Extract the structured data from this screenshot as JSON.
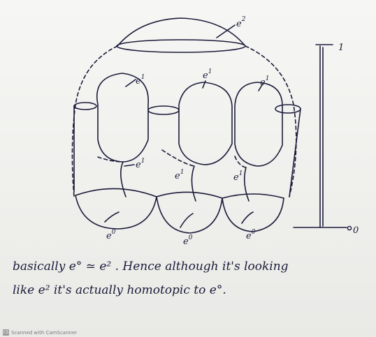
{
  "labels": {
    "top_cell": "e",
    "top_cell_sup": "2",
    "one_cell_sup": "1",
    "zero_cell_sup": "0",
    "one_cell": "e",
    "zero_cell": "e"
  },
  "interval": {
    "top_label": "1",
    "bottom_label": "0"
  },
  "note": {
    "line1": "basically  e° ≃ e² . Hence although it's looking",
    "line2": "like  e²  it's actually homotopic to e°."
  },
  "footer": {
    "logo": "CS",
    "text": "Scanned with CamScanner"
  },
  "colors": {
    "ink": "#1b1b3a",
    "paper": "#f3f3f1"
  }
}
